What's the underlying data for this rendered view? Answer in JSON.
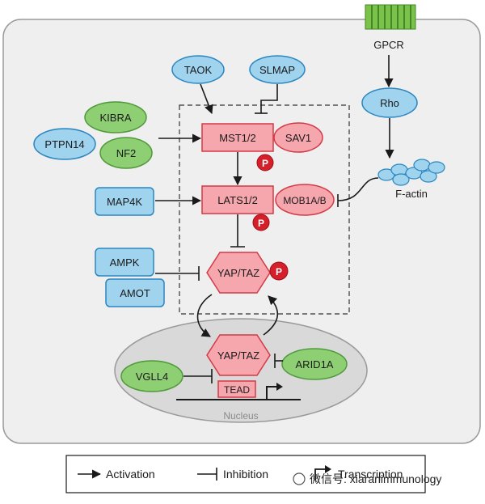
{
  "colors": {
    "panel_bg": "#efefef",
    "panel_border": "#9a9a9a",
    "blue_fill": "#9fd3ee",
    "blue_stroke": "#2b86c0",
    "green_fill": "#8fcf74",
    "green_stroke": "#4f9a3a",
    "red_fill": "#f6a6ad",
    "red_stroke": "#d33a45",
    "p_fill": "#d51f2b",
    "nucleus_fill": "#d9d9d9",
    "gpcr_green": "#7cc24a"
  },
  "nodes": {
    "gpcr": "GPCR",
    "rho": "Rho",
    "factin": "F-actin",
    "taok": "TAOK",
    "slmap": "SLMAP",
    "kibra": "KIBRA",
    "ptpn14": "PTPN14",
    "nf2": "NF2",
    "mst": "MST1/2",
    "sav1": "SAV1",
    "map4k": "MAP4K",
    "lats": "LATS1/2",
    "mob1": "MOB1A/B",
    "ampk": "AMPK",
    "amot": "AMOT",
    "yap_cyto": "YAP/TAZ",
    "yap_nuc": "YAP/TAZ",
    "vgll4": "VGLL4",
    "arid1a": "ARID1A",
    "tead": "TEAD",
    "nucleus": "Nucleus",
    "phospho": "P"
  },
  "legend": {
    "activation": "Activation",
    "inhibition": "Inhibition",
    "transcription": "Transcription"
  },
  "watermark": "微信号: xiaranimmunology"
}
